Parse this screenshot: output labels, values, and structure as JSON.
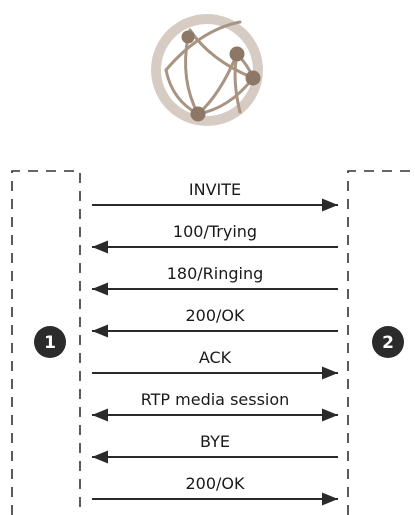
{
  "logo": {
    "icon": "globe-network-icon",
    "colors": {
      "ring": "#d6ccc3",
      "ring_fill": "#ffffff",
      "lines": "#a89482",
      "nodes": "#8d7766"
    }
  },
  "colors": {
    "arrow": "#2a2a2a",
    "dash": "#333333",
    "badge": "#2b2b2b",
    "text": "#1a1a1a"
  },
  "endpoints": {
    "left_label": "1",
    "right_label": "2"
  },
  "messages": [
    {
      "label": "INVITE",
      "direction": "right"
    },
    {
      "label": "100/Trying",
      "direction": "left"
    },
    {
      "label": "180/Ringing",
      "direction": "left"
    },
    {
      "label": "200/OK",
      "direction": "left"
    },
    {
      "label": "ACK",
      "direction": "right"
    },
    {
      "label": "RTP media session",
      "direction": "both"
    },
    {
      "label": "BYE",
      "direction": "left"
    },
    {
      "label": "200/OK",
      "direction": "right"
    }
  ]
}
